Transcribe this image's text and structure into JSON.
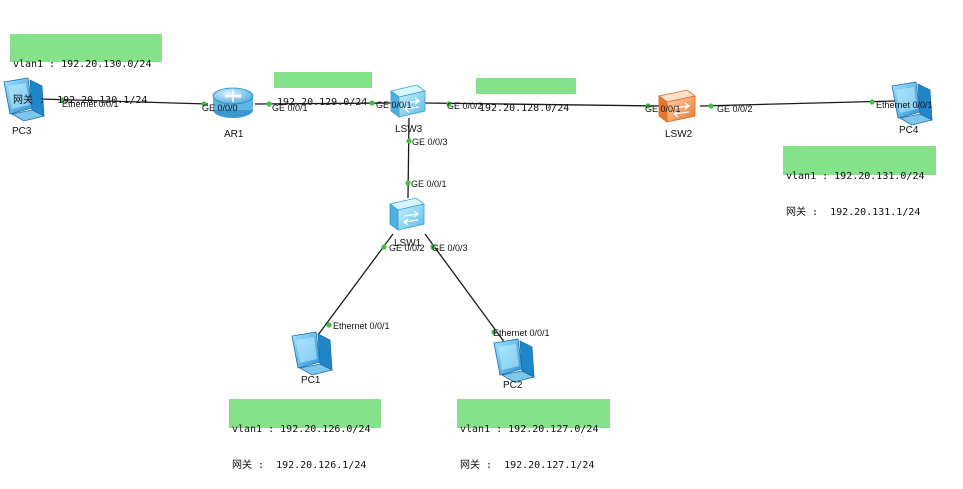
{
  "colors": {
    "link": "#1a1a1a",
    "port_dot": "#3ec43e",
    "note_bg": "#86e28a",
    "pc_screen": "#35a7e8",
    "switch_body": "#8fd6f2",
    "router_body": "#7fc8ee",
    "lsw2_body": "#f39a5a"
  },
  "devices": {
    "pc3": {
      "label": "PC3",
      "icon": "pc-icon"
    },
    "ar1": {
      "label": "AR1",
      "icon": "router-icon"
    },
    "lsw3": {
      "label": "LSW3",
      "icon": "switch-icon"
    },
    "lsw2": {
      "label": "LSW2",
      "icon": "switch-icon"
    },
    "pc4": {
      "label": "PC4",
      "icon": "pc-icon"
    },
    "lsw1": {
      "label": "LSW1",
      "icon": "switch-icon"
    },
    "pc1": {
      "label": "PC1",
      "icon": "pc-icon"
    },
    "pc2": {
      "label": "PC2",
      "icon": "pc-icon"
    }
  },
  "ports": {
    "pc3_eth": "Ethernet 0/0/1",
    "ar1_ge000": "GE 0/0/0",
    "ar1_ge001": "GE 0/0/1",
    "lsw3_ge001": "GE 0/0/1",
    "lsw3_ge002": "GE 0/0/2",
    "lsw3_ge003": "GE 0/0/3",
    "lsw2_ge001": "GE 0/0/1",
    "lsw2_ge002": "GE 0/0/2",
    "pc4_eth": "Ethernet 0/0/1",
    "lsw1_ge001": "GE 0/0/1",
    "lsw1_ge002": "GE 0/0/2",
    "lsw1_ge003": "GE 0/0/3",
    "pc1_eth": "Ethernet 0/0/1",
    "pc2_eth": "Ethernet 0/0/1"
  },
  "notes": {
    "pc3_net": {
      "line1": "vlan1 : 192.20.130.0/24",
      "line2": "网关 :  192.20.130.1/24"
    },
    "link_ar1_lsw3": {
      "line1": "192.20.129.0/24"
    },
    "link_lsw3_lsw2": {
      "line1": "192.20.128.0/24"
    },
    "pc4_net": {
      "line1": "vlan1 : 192.20.131.0/24",
      "line2": "网关 :  192.20.131.1/24"
    },
    "pc1_net": {
      "line1": "vlan1 : 192.20.126.0/24",
      "line2": "网关 :  192.20.126.1/24"
    },
    "pc2_net": {
      "line1": "vlan1 : 192.20.127.0/24",
      "line2": "网关 :  192.20.127.1/24"
    }
  }
}
